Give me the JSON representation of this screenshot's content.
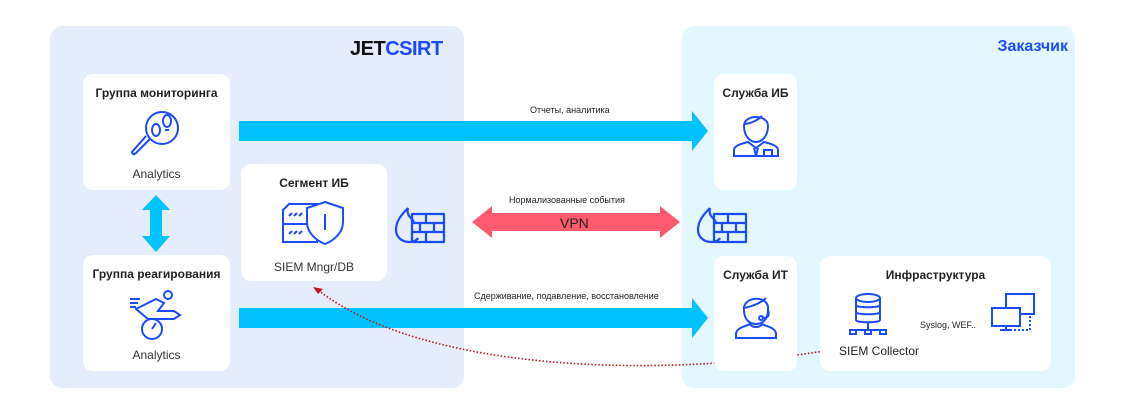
{
  "zones": {
    "provider": {
      "brand_part1": "JET",
      "brand_part2": "CSIRT"
    },
    "client": {
      "title": "Заказчик"
    }
  },
  "cards": {
    "monitoring": {
      "title": "Группа мониторинга",
      "subtitle": "Analytics",
      "icon": "magnifier-footprints-icon"
    },
    "response": {
      "title": "Группа реагирования",
      "subtitle": "Analytics",
      "icon": "runner-speedometer-icon"
    },
    "segment": {
      "title": "Сегмент ИБ",
      "subtitle": "SIEM Mngr/DB",
      "icon": "server-shield-icon"
    },
    "security_service": {
      "title": "Служба ИБ",
      "icon": "businessman-icon"
    },
    "it_service": {
      "title": "Служба ИТ",
      "icon": "support-operator-icon"
    },
    "infrastructure": {
      "title": "Инфраструктура",
      "collector_label": "SIEM Collector",
      "sources_label": "Syslog, WEF..",
      "icon": "database-server-icon",
      "sources_icon": "computers-icon"
    }
  },
  "flows": {
    "reports": {
      "label": "Отчеты, аналитика",
      "direction": "provider-to-client"
    },
    "events": {
      "label": "Нормализованные события",
      "channel": "VPN",
      "direction": "bidirectional"
    },
    "response": {
      "label": "Сдерживание, подавление, восстановление",
      "direction": "provider-to-client"
    },
    "collector_to_siem": {
      "style": "dotted",
      "direction": "collector-to-segment"
    },
    "logs_to_collector": {
      "style": "dotted",
      "direction": "sources-to-collector"
    }
  },
  "colors": {
    "accent_blue": "#1a4bff",
    "arrow_cyan": "#00c2ff",
    "vpn_red": "#ff5a6e",
    "dotted_red": "#c0141e",
    "dotted_orange": "#d08a1c",
    "provider_bg": "#e5ecfb",
    "client_bg": "#e3f7fe"
  }
}
